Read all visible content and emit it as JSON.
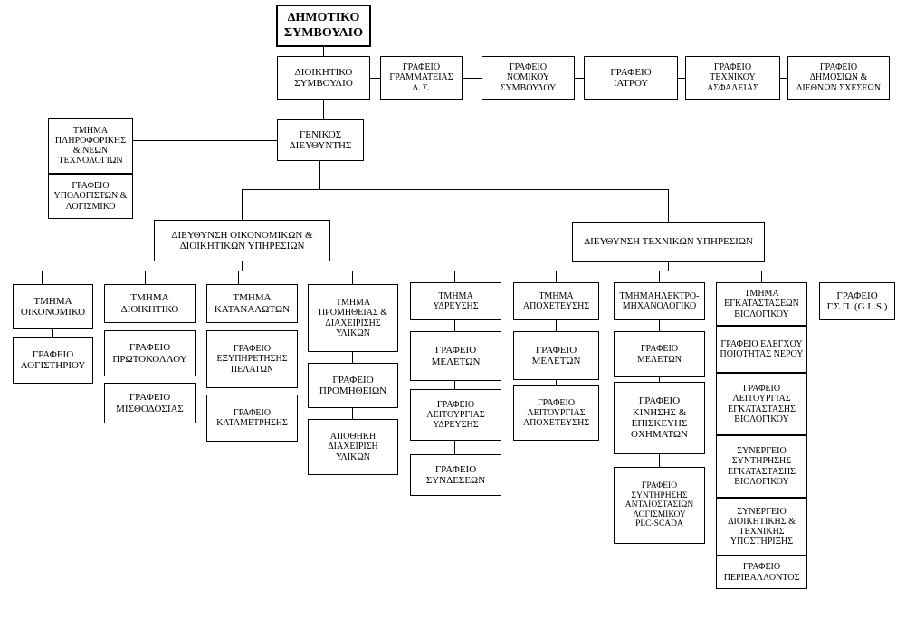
{
  "top": {
    "council": "ΔΗΜΟΤΙΚΟ\nΣΥΜΒΟΥΛΙΟ",
    "admin_board": "ΔΙΟΙΚΗΤΙΚΟ\nΣΥΜΒΟΥΛΙΟ",
    "staff_offices": [
      "ΓΡΑΦΕΙΟ\nΓΡΑΜΜΑΤΕΙΑΣ\nΔ. Σ.",
      "ΓΡΑΦΕΙΟ\nΝΟΜΙΚΟΥ\nΣΥΜΒΟΥΛΟΥ",
      "ΓΡΑΦΕΙΟ\nΙΑΤΡΟΥ",
      "ΓΡΑΦΕΙΟ\nΤΕΧΝΙΚΟΥ\nΑΣΦΑΛΕΙΑΣ",
      "ΓΡΑΦΕΙΟ\nΔΗΜΟΣΙΩΝ &\nΔΙΕΘΝΩΝ ΣΧΕΣΕΩΝ"
    ],
    "general_director": "ΓΕΝΙΚΟΣ\nΔΙΕΥΘΥΝΤΗΣ",
    "it_dept": "ΤΜΗΜΑ\nΠΛΗΡΟΦΟΡΙΚΗΣ\n& ΝΕΩΝ\nΤΕΧΝΟΛΟΓΙΩΝ",
    "it_office": "ΓΡΑΦΕΙΟ\nΥΠΟΛΟΓΙΣΤΩΝ &\nΛΟΓΙΣΜΙΚΟ"
  },
  "directorates": {
    "finance": "ΔΙΕΥΘΥΝΣΗ ΟΙΚΟΝΟΜΙΚΩΝ &\nΔΙΟΙΚΗΤΙΚΩΝ ΥΠΗΡΕΣΙΩΝ",
    "technical": "ΔΙΕΥΘΥΝΣΗ ΤΕΧΝΙΚΩΝ ΥΠΗΡΕΣΙΩΝ"
  },
  "finance_depts": [
    {
      "title": "ΤΜΗΜΑ\nΟΙΚΟΝΟΜΙΚΟ",
      "offices": [
        "ΓΡΑΦΕΙΟ\nΛΟΓΙΣΤΗΡΙΟΥ"
      ]
    },
    {
      "title": "ΤΜΗΜΑ\nΔΙΟΙΚΗΤΙΚΟ",
      "offices": [
        "ΓΡΑΦΕΙΟ\nΠΡΩΤΟΚΟΛΛΟΥ",
        "ΓΡΑΦΕΙΟ\nΜΙΣΘΟΔΟΣΙΑΣ"
      ]
    },
    {
      "title": "ΤΜΗΜΑ\nΚΑΤΑΝΑΛΩΤΩΝ",
      "offices": [
        "ΓΡΑΦΕΙΟ\nΕΞΥΠΗΡΕΤΗΣΗΣ\nΠΕΛΑΤΩΝ",
        "ΓΡΑΦΕΙΟ\nΚΑΤΑΜΕΤΡΗΣΗΣ"
      ]
    },
    {
      "title": "ΤΜΗΜΑ\nΠΡΟΜΗΘΕΙΑΣ &\nΔΙΑΧΕΙΡΙΣΗΣ\nΥΛΙΚΩΝ",
      "offices": [
        "ΓΡΑΦΕΙΟ\nΠΡΟΜΗΘΕΙΩΝ",
        "ΑΠΟΘΗΚΗ\nΔΙΑΧΕΙΡΙΣΗ\nΥΛΙΚΩΝ"
      ]
    }
  ],
  "technical_depts": [
    {
      "title": "ΤΜΗΜΑ\nΥΔΡΕΥΣΗΣ",
      "offices": [
        "ΓΡΑΦΕΙΟ\nΜΕΛΕΤΩΝ",
        "ΓΡΑΦΕΙΟ\nΛΕΙΤΟΥΡΓΙΑΣ\nΥΔΡΕΥΣΗΣ",
        "ΓΡΑΦΕΙΟ\nΣΥΝΔΕΣΕΩΝ"
      ]
    },
    {
      "title": "ΤΜΗΜΑ\nΑΠΟΧΕΤΕΥΣΗΣ",
      "offices": [
        "ΓΡΑΦΕΙΟ\nΜΕΛΕΤΩΝ",
        "ΓΡΑΦΕΙΟ\nΛΕΙΤΟΥΡΓΙΑΣ\nΑΠΟΧΕΤΕΥΣΗΣ"
      ]
    },
    {
      "title": "ΤΜΗΜΑΗΛΕΚΤΡΟ-\nΜΗΧΑΝΟΛΟΓΙΚΟ",
      "offices": [
        "ΓΡΑΦΕΙΟ\nΜΕΛΕΤΩΝ",
        "ΓΡΑΦΕΙΟ\nΚΙΝΗΣΗΣ &\nΕΠΙΣΚΕΥΗΣ\nΟΧΗΜΑΤΩΝ",
        "ΓΡΑΦΕΙΟ\nΣΥΝΤΗΡΗΣΗΣ\nΑΝΤΛΙΟΣΤΑΣΙΩΝ\nΛΟΓΙΣΜΙΚΟΥ\nPLC-SCADA"
      ]
    },
    {
      "title": "ΤΜΗΜΑ\nΕΓΚΑΤΑΣΤΑΣΕΩΝ\nΒΙΟΛΟΓΙΚΟΥ",
      "offices": [
        "ΓΡΑΦΕΙΟ ΕΛΕΓΧΟΥ\nΠΟΙΟΤΗΤΑΣ ΝΕΡΟΥ",
        "ΓΡΑΦΕΙΟ\nΛΕΙΤΟΥΡΓΙΑΣ\nΕΓΚΑΤΑΣΤΑΣΗΣ\nΒΙΟΛΟΓΙΚΟΥ",
        "ΣΥΝΕΡΓΕΙΟ\nΣΥΝΤΗΡΗΣΗΣ\nΕΓΚΑΤΑΣΤΑΣΗΣ\nΒΙΟΛΟΓΙΚΟΥ",
        "ΣΥΝΕΡΓΕΙΟ\nΔΙΟΙΚΗΤΙΚΗΣ &\nΤΕΧΝΙΚΗΣ\nΥΠΟΣΤΗΡΙΞΗΣ",
        "ΓΡΑΦΕΙΟ\nΠΕΡΙΒΑΛΛΟΝΤΟΣ"
      ]
    },
    {
      "title": "ΓΡΑΦΕΙΟ\nΓ.Σ.Π. (G.L.S.)",
      "offices": []
    }
  ]
}
